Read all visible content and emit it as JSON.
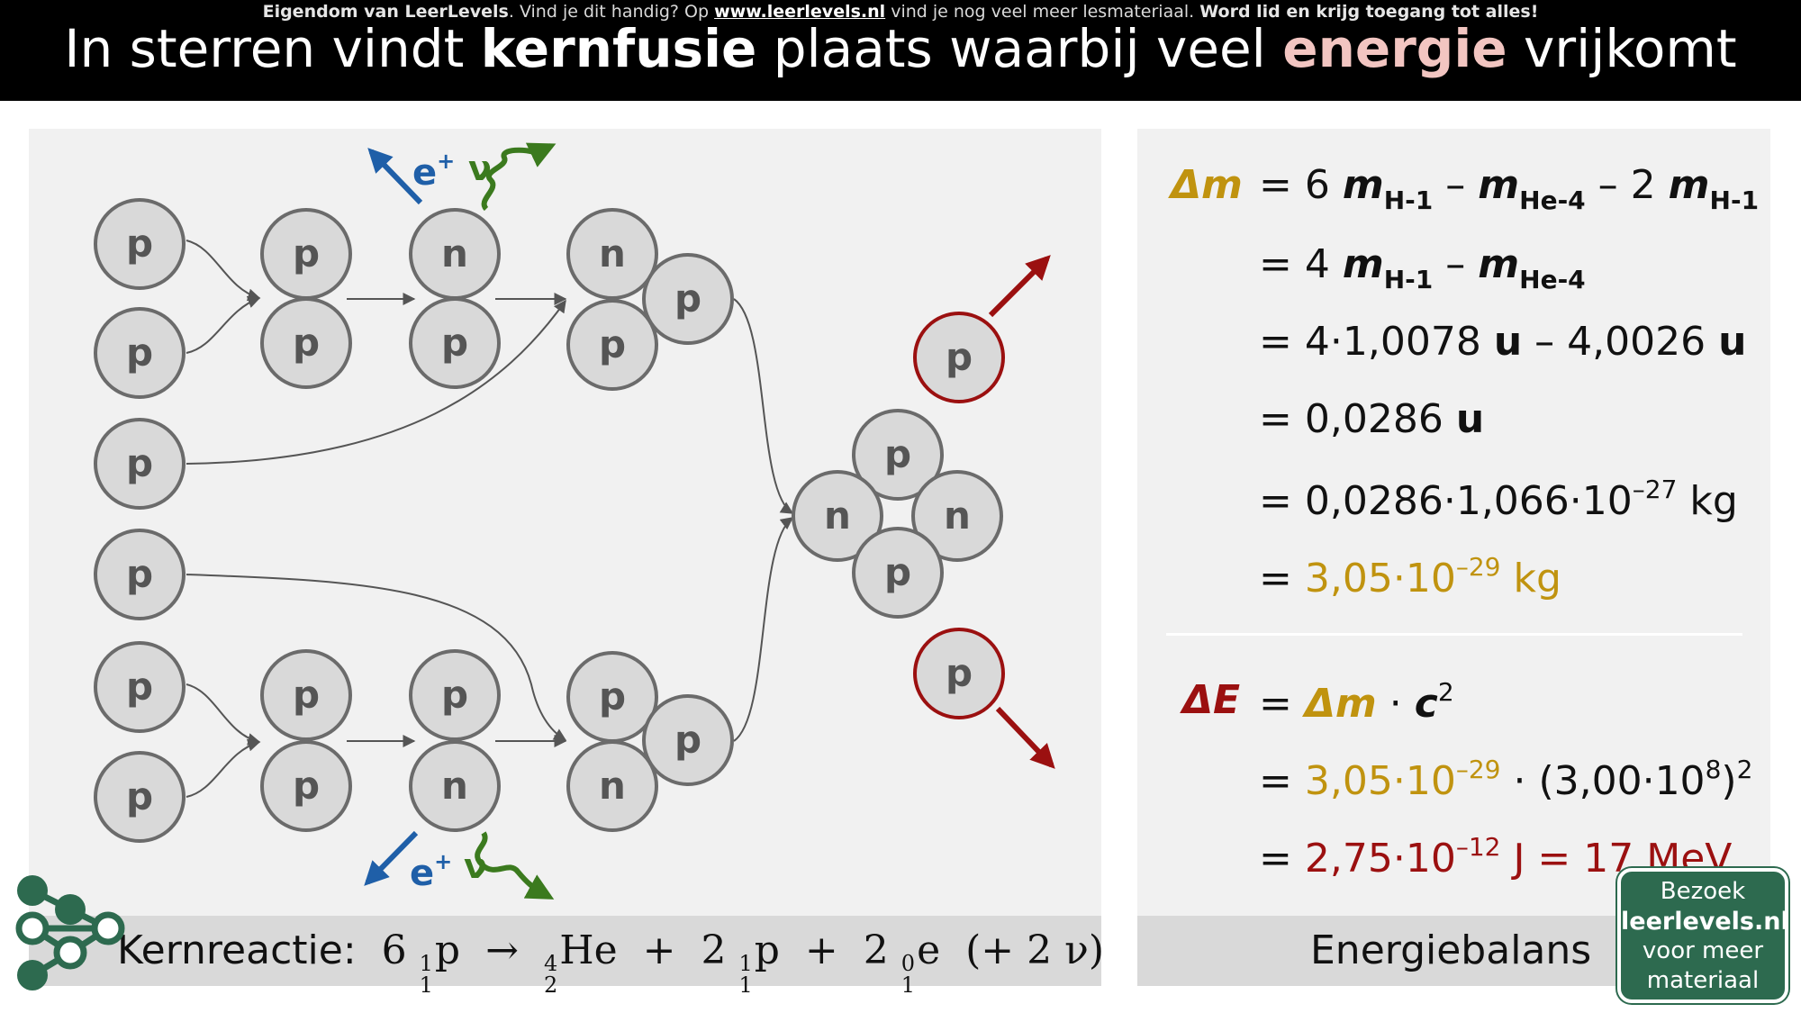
{
  "header": {
    "notice_owner": "Eigendom van LeerLevels",
    "notice_text": ". Vind je dit handig? Op ",
    "notice_link": "www.leerlevels.nl",
    "notice_after": " vind je nog veel meer lesmateriaal. ",
    "notice_cta": "Word lid en krijg toegang tot alles!",
    "title_part1": "In sterren vindt ",
    "title_bold": "kernfusie",
    "title_part2": " plaats waarbij veel ",
    "title_highlight": "energie",
    "title_part3": " vrijkomt"
  },
  "diagram": {
    "proton_label": "p",
    "neutron_label": "n",
    "positron_label": "e",
    "positron_sup": "+",
    "neutrino_label": "ν"
  },
  "reaction": {
    "label": "Kernreactie:",
    "c1": "6",
    "p_mass": "1",
    "p_charge": "1",
    "p": "p",
    "he_mass": "4",
    "he_charge": "2",
    "he": "He",
    "plus": "+",
    "c2": "2",
    "c3": "2",
    "e_mass": "0",
    "e_charge": "1",
    "e": "e",
    "extra": "(+ 2 ν)",
    "arrow": "→"
  },
  "balance": {
    "footer_label": "Energiebalans",
    "dm_label": "Δm",
    "de_label": "ΔE",
    "eq": "=",
    "l1_a": "6",
    "l1_m": "m",
    "l1_sub1": "H-1",
    "l1_minus": "–",
    "l1_sub2": "He-4",
    "l1_b": "2",
    "l1_sub3": "H-1",
    "l2_a": "4",
    "l2_sub1": "H-1",
    "l2_sub2": "He-4",
    "l3_a": "4·1,0078",
    "l3_u": "u",
    "l3_b": "4,0026",
    "l4_a": "0,0286",
    "l5_a": "0,0286·1,066·10",
    "l5_exp": "–27",
    "l5_unit": "kg",
    "l6_a": "3,05·10",
    "l6_exp": "–29",
    "l6_unit": "kg",
    "e1_dot": "·",
    "e1_c": "c",
    "e1_exp": "2",
    "e2_a": "3,05·10",
    "e2_exp": "–29",
    "e2_b": "· (3,00·10",
    "e2_exp2": "8",
    "e2_c": ")",
    "e2_exp3": "2",
    "e3_a": "2,75·10",
    "e3_exp": "–12",
    "e3_unit": "J = 17 MeV"
  },
  "badge": {
    "line1": "Bezoek",
    "line2": "leerlevels.nl",
    "line3": "voor meer",
    "line4": "materiaal"
  },
  "colors": {
    "gold": "#c0930f",
    "red": "#9b1010",
    "blue": "#1f5fa8",
    "green": "#3b7a1e",
    "brand_green": "#2d6a4f"
  }
}
